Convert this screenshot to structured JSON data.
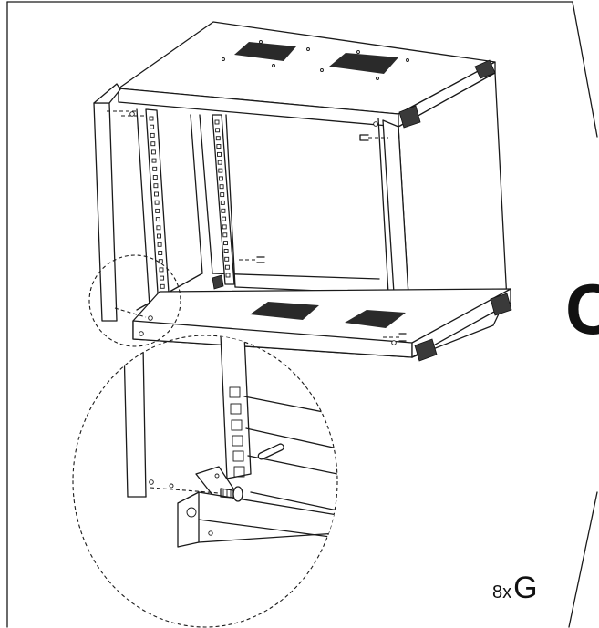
{
  "step": {
    "letter": "C"
  },
  "quantity": {
    "count": "8x",
    "part": "G"
  },
  "colors": {
    "ink": "#1a1a1a",
    "paper": "#ffffff",
    "vent": "#2a2a2a"
  }
}
